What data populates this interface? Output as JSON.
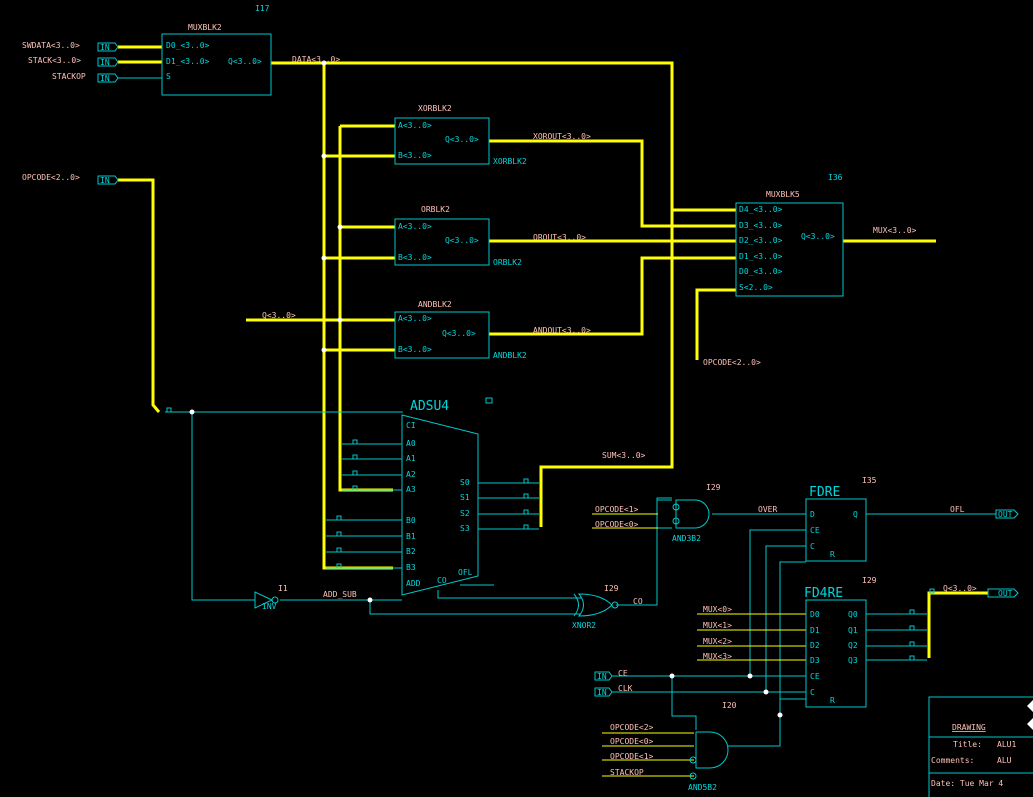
{
  "blocks": {
    "muxblk2": {
      "type": "MUXBLK2",
      "inst": "I17",
      "pins": [
        "D0_<3..0>",
        "D1_<3..0>",
        "S",
        "Q<3..0>"
      ]
    },
    "xorblk2": {
      "type": "XORBLK2",
      "inst": "XORBLK2",
      "pins": [
        "A<3..0>",
        "B<3..0>",
        "Q<3..0>"
      ]
    },
    "orblk2": {
      "type": "ORBLK2",
      "inst": "ORBLK2",
      "pins": [
        "A<3..0>",
        "B<3..0>",
        "Q<3..0>"
      ]
    },
    "andblk2": {
      "type": "ANDBLK2",
      "inst": "ANDBLK2",
      "pins": [
        "A<3..0>",
        "B<3..0>",
        "Q<3..0>"
      ]
    },
    "muxblk5": {
      "type": "MUXBLK5",
      "inst": "I36",
      "pins": [
        "D4_<3..0>",
        "D3_<3..0>",
        "D2_<3..0>",
        "D1_<3..0>",
        "D0_<3..0>",
        "S<2..0>",
        "Q<3..0>"
      ]
    },
    "adsu4": {
      "type": "ADSU4",
      "pins_left": [
        "CI",
        "A0",
        "A1",
        "A2",
        "A3",
        "B0",
        "B1",
        "B2",
        "B3",
        "ADD"
      ],
      "pins_right": [
        "S0",
        "S1",
        "S2",
        "S3"
      ],
      "pins_bottom": [
        "CO",
        "OFL"
      ]
    },
    "fdre": {
      "type": "FDRE",
      "inst": "I35",
      "pins": [
        "D",
        "CE",
        "C",
        "R",
        "Q"
      ]
    },
    "fd4re": {
      "type": "FD4RE",
      "inst": "I29",
      "pins": [
        "D0",
        "D1",
        "D2",
        "D3",
        "CE",
        "C",
        "R",
        "Q0",
        "Q1",
        "Q2",
        "Q3"
      ]
    },
    "and3b2": {
      "type": "AND3B2",
      "inst": "I29"
    },
    "and5b2": {
      "type": "AND5B2",
      "inst": "I20"
    },
    "inv": {
      "type": "INV",
      "inst": "I1"
    },
    "xnor2": {
      "type": "XNOR2",
      "inst": "I29"
    }
  },
  "ports": {
    "swdata": "SWDATA<3..0>",
    "stack": "STACK<3..0>",
    "stackop": "STACKOP",
    "opcode_in": "OPCODE<2..0>",
    "ce": "CE",
    "clk": "CLK",
    "in_tag": "IN",
    "out_tag": "OUT"
  },
  "nets": {
    "data": "DATA<3..0>",
    "xorout": "XOROUT<3..0>",
    "orout": "OROUT<3..0>",
    "andout": "ANDOUT<3..0>",
    "mux": "MUX<3..0>",
    "q": "Q<3..0>",
    "opcode_s": "OPCODE<2..0>",
    "sum": "SUM<3..0>",
    "add_sub": "ADD_SUB",
    "co": "CO",
    "over": "OVER",
    "ofl": "OFL",
    "q_out": "Q<3..0>",
    "opcode1": "OPCODE<1>",
    "opcode0": "OPCODE<0>",
    "mux0": "MUX<0>",
    "mux1": "MUX<1>",
    "mux2": "MUX<2>",
    "mux3": "MUX<3>",
    "and5_in": [
      "OPCODE<2>",
      "OPCODE<0>",
      "OPCODE<1>",
      "STACKOP"
    ]
  },
  "title_block": {
    "heading": "DRAWING",
    "title_label": "Title:",
    "title_value": "ALU1",
    "comments_label": "Comments:",
    "comments_value": "ALU",
    "date_text": "Date: Tue Mar  4"
  }
}
